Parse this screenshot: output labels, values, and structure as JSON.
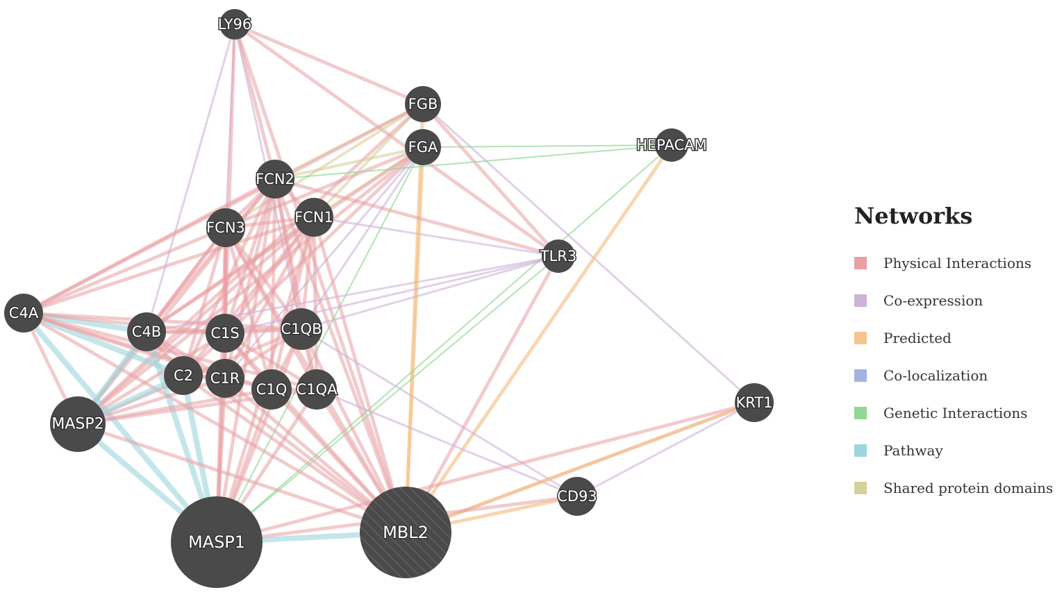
{
  "legend": {
    "title": "Networks",
    "items": [
      {
        "key": "physical",
        "label": "Physical Interactions",
        "color": "#e8a0a4"
      },
      {
        "key": "coexp",
        "label": "Co-expression",
        "color": "#cdb3d8"
      },
      {
        "key": "predicted",
        "label": "Predicted",
        "color": "#f5c58e"
      },
      {
        "key": "coloc",
        "label": "Co-localization",
        "color": "#a2b3e3"
      },
      {
        "key": "genetic",
        "label": "Genetic Interactions",
        "color": "#92d792"
      },
      {
        "key": "pathway",
        "label": "Pathway",
        "color": "#9dd6dc"
      },
      {
        "key": "shared",
        "label": "Shared protein domains",
        "color": "#d6d09c"
      }
    ]
  },
  "node_color": "#4a4a4a",
  "nodes": [
    {
      "id": "LY96",
      "label": "LY96"
    },
    {
      "id": "FGB",
      "label": "FGB"
    },
    {
      "id": "FGA",
      "label": "FGA"
    },
    {
      "id": "HEPACAM",
      "label": "HEPACAM"
    },
    {
      "id": "FCN2",
      "label": "FCN2"
    },
    {
      "id": "FCN3",
      "label": "FCN3"
    },
    {
      "id": "FCN1",
      "label": "FCN1"
    },
    {
      "id": "TLR3",
      "label": "TLR3"
    },
    {
      "id": "C4A",
      "label": "C4A"
    },
    {
      "id": "C4B",
      "label": "C4B"
    },
    {
      "id": "C1S",
      "label": "C1S"
    },
    {
      "id": "C1QB",
      "label": "C1QB"
    },
    {
      "id": "C2",
      "label": "C2"
    },
    {
      "id": "C1R",
      "label": "C1R"
    },
    {
      "id": "C1Q",
      "label": "C1Q"
    },
    {
      "id": "C1QA",
      "label": "C1QA"
    },
    {
      "id": "MASP2",
      "label": "MASP2"
    },
    {
      "id": "KRT1",
      "label": "KRT1"
    },
    {
      "id": "CD93",
      "label": "CD93"
    },
    {
      "id": "MASP1",
      "label": "MASP1"
    },
    {
      "id": "MBL2",
      "label": "MBL2",
      "query": true
    }
  ],
  "edges": [
    [
      "LY96",
      "FCN2",
      "physical"
    ],
    [
      "LY96",
      "FCN3",
      "coexp"
    ],
    [
      "LY96",
      "C4B",
      "coexp"
    ],
    [
      "LY96",
      "C1S",
      "physical"
    ],
    [
      "LY96",
      "TLR3",
      "physical"
    ],
    [
      "LY96",
      "MBL2",
      "physical"
    ],
    [
      "LY96",
      "FGB",
      "physical"
    ],
    [
      "LY96",
      "C1QB",
      "coexp"
    ],
    [
      "FGB",
      "FCN2",
      "shared"
    ],
    [
      "FGB",
      "FCN3",
      "shared"
    ],
    [
      "FGB",
      "FCN1",
      "shared"
    ],
    [
      "FGB",
      "MBL2",
      "predicted"
    ],
    [
      "FGB",
      "MASP2",
      "physical"
    ],
    [
      "FGB",
      "TLR3",
      "physical"
    ],
    [
      "FGB",
      "C4A",
      "physical"
    ],
    [
      "FGB",
      "KRT1",
      "coexp"
    ],
    [
      "FGA",
      "FCN2",
      "shared"
    ],
    [
      "FGA",
      "FCN1",
      "shared"
    ],
    [
      "FGA",
      "MBL2",
      "predicted"
    ],
    [
      "FGA",
      "HEPACAM",
      "genetic"
    ],
    [
      "FGA",
      "MASP1",
      "genetic"
    ],
    [
      "FGA",
      "C1QB",
      "coexp"
    ],
    [
      "FGA",
      "C4B",
      "physical"
    ],
    [
      "FGA",
      "C2",
      "physical"
    ],
    [
      "FGA",
      "MASP2",
      "physical"
    ],
    [
      "FGA",
      "C1R",
      "coexp"
    ],
    [
      "FGA",
      "FCN3",
      "physical"
    ],
    [
      "HEPACAM",
      "MBL2",
      "predicted"
    ],
    [
      "HEPACAM",
      "FCN2",
      "genetic"
    ],
    [
      "HEPACAM",
      "MASP1",
      "genetic"
    ],
    [
      "FCN2",
      "FCN3",
      "physical"
    ],
    [
      "FCN2",
      "FCN1",
      "physical"
    ],
    [
      "FCN2",
      "C4A",
      "physical"
    ],
    [
      "FCN2",
      "C4B",
      "physical"
    ],
    [
      "FCN2",
      "C1S",
      "physical"
    ],
    [
      "FCN2",
      "C1QB",
      "physical"
    ],
    [
      "FCN2",
      "C2",
      "physical"
    ],
    [
      "FCN2",
      "C1R",
      "physical"
    ],
    [
      "FCN2",
      "C1Q",
      "physical"
    ],
    [
      "FCN2",
      "C1QA",
      "physical"
    ],
    [
      "FCN2",
      "MASP2",
      "physical"
    ],
    [
      "FCN2",
      "MASP1",
      "physical"
    ],
    [
      "FCN2",
      "MBL2",
      "physical"
    ],
    [
      "FCN2",
      "TLR3",
      "physical"
    ],
    [
      "FCN3",
      "FCN1",
      "physical"
    ],
    [
      "FCN3",
      "C4A",
      "physical"
    ],
    [
      "FCN3",
      "C4B",
      "physical"
    ],
    [
      "FCN3",
      "C1S",
      "physical"
    ],
    [
      "FCN3",
      "C1QB",
      "physical"
    ],
    [
      "FCN3",
      "C2",
      "physical"
    ],
    [
      "FCN3",
      "C1R",
      "physical"
    ],
    [
      "FCN3",
      "C1Q",
      "physical"
    ],
    [
      "FCN3",
      "C1QA",
      "physical"
    ],
    [
      "FCN3",
      "MASP2",
      "physical"
    ],
    [
      "FCN3",
      "MASP1",
      "physical"
    ],
    [
      "FCN3",
      "MBL2",
      "physical"
    ],
    [
      "FCN1",
      "C4A",
      "physical"
    ],
    [
      "FCN1",
      "C4B",
      "physical"
    ],
    [
      "FCN1",
      "C1S",
      "physical"
    ],
    [
      "FCN1",
      "C1QB",
      "physical"
    ],
    [
      "FCN1",
      "C2",
      "physical"
    ],
    [
      "FCN1",
      "C1R",
      "physical"
    ],
    [
      "FCN1",
      "C1Q",
      "physical"
    ],
    [
      "FCN1",
      "C1QA",
      "physical"
    ],
    [
      "FCN1",
      "MASP2",
      "physical"
    ],
    [
      "FCN1",
      "MASP1",
      "physical"
    ],
    [
      "FCN1",
      "MBL2",
      "physical"
    ],
    [
      "FCN1",
      "TLR3",
      "coexp"
    ],
    [
      "TLR3",
      "MBL2",
      "physical"
    ],
    [
      "TLR3",
      "C4B",
      "coexp"
    ],
    [
      "TLR3",
      "C1QB",
      "coexp"
    ],
    [
      "TLR3",
      "MASP1",
      "genetic"
    ],
    [
      "TLR3",
      "C1S",
      "coexp"
    ],
    [
      "C4A",
      "C4B",
      "pathway"
    ],
    [
      "C4A",
      "C1S",
      "physical"
    ],
    [
      "C4A",
      "C1QB",
      "physical"
    ],
    [
      "C4A",
      "C2",
      "pathway"
    ],
    [
      "C4A",
      "C1R",
      "physical"
    ],
    [
      "C4A",
      "MASP2",
      "physical"
    ],
    [
      "C4A",
      "MASP1",
      "pathway"
    ],
    [
      "C4A",
      "MBL2",
      "physical"
    ],
    [
      "C4A",
      "C1Q",
      "physical"
    ],
    [
      "C4A",
      "C1QA",
      "physical"
    ],
    [
      "C4B",
      "C1S",
      "physical"
    ],
    [
      "C4B",
      "C2",
      "physical"
    ],
    [
      "C4B",
      "MASP2",
      "pathway"
    ],
    [
      "C4B",
      "MASP1",
      "pathway"
    ],
    [
      "C4B",
      "MBL2",
      "physical"
    ],
    [
      "C4B",
      "C1QB",
      "physical"
    ],
    [
      "C4B",
      "C1R",
      "physical"
    ],
    [
      "C1S",
      "C1R",
      "physical"
    ],
    [
      "C1S",
      "C1QB",
      "physical"
    ],
    [
      "C1S",
      "MASP2",
      "physical"
    ],
    [
      "C1S",
      "MASP1",
      "physical"
    ],
    [
      "C1S",
      "MBL2",
      "physical"
    ],
    [
      "C1S",
      "C1Q",
      "physical"
    ],
    [
      "C1S",
      "C1QA",
      "physical"
    ],
    [
      "C1QB",
      "C1Q",
      "physical"
    ],
    [
      "C1QB",
      "C1QA",
      "physical"
    ],
    [
      "C1QB",
      "MBL2",
      "physical"
    ],
    [
      "C1QB",
      "MASP1",
      "physical"
    ],
    [
      "C1QB",
      "MASP2",
      "physical"
    ],
    [
      "C1QB",
      "C1R",
      "physical"
    ],
    [
      "C1QB",
      "CD93",
      "coexp"
    ],
    [
      "C2",
      "C1R",
      "physical"
    ],
    [
      "C2",
      "MASP2",
      "pathway"
    ],
    [
      "C2",
      "MASP1",
      "pathway"
    ],
    [
      "C2",
      "MBL2",
      "physical"
    ],
    [
      "C1R",
      "C1Q",
      "physical"
    ],
    [
      "C1R",
      "MASP2",
      "physical"
    ],
    [
      "C1R",
      "MASP1",
      "physical"
    ],
    [
      "C1R",
      "MBL2",
      "physical"
    ],
    [
      "C1Q",
      "C1QA",
      "physical"
    ],
    [
      "C1Q",
      "MBL2",
      "physical"
    ],
    [
      "C1Q",
      "MASP1",
      "physical"
    ],
    [
      "C1Q",
      "MASP2",
      "physical"
    ],
    [
      "C1QA",
      "MBL2",
      "physical"
    ],
    [
      "C1QA",
      "MASP1",
      "physical"
    ],
    [
      "C1QA",
      "MASP2",
      "physical"
    ],
    [
      "C1QA",
      "CD93",
      "coexp"
    ],
    [
      "MASP2",
      "MASP1",
      "pathway"
    ],
    [
      "MASP2",
      "MBL2",
      "physical"
    ],
    [
      "MASP1",
      "MBL2",
      "pathway"
    ],
    [
      "MBL2",
      "KRT1",
      "physical"
    ],
    [
      "MBL2",
      "CD93",
      "predicted"
    ],
    [
      "MBL2",
      "KRT1",
      "predicted"
    ],
    [
      "CD93",
      "KRT1",
      "coexp"
    ],
    [
      "MASP1",
      "KRT1",
      "physical"
    ],
    [
      "MASP1",
      "CD93",
      "physical"
    ]
  ]
}
